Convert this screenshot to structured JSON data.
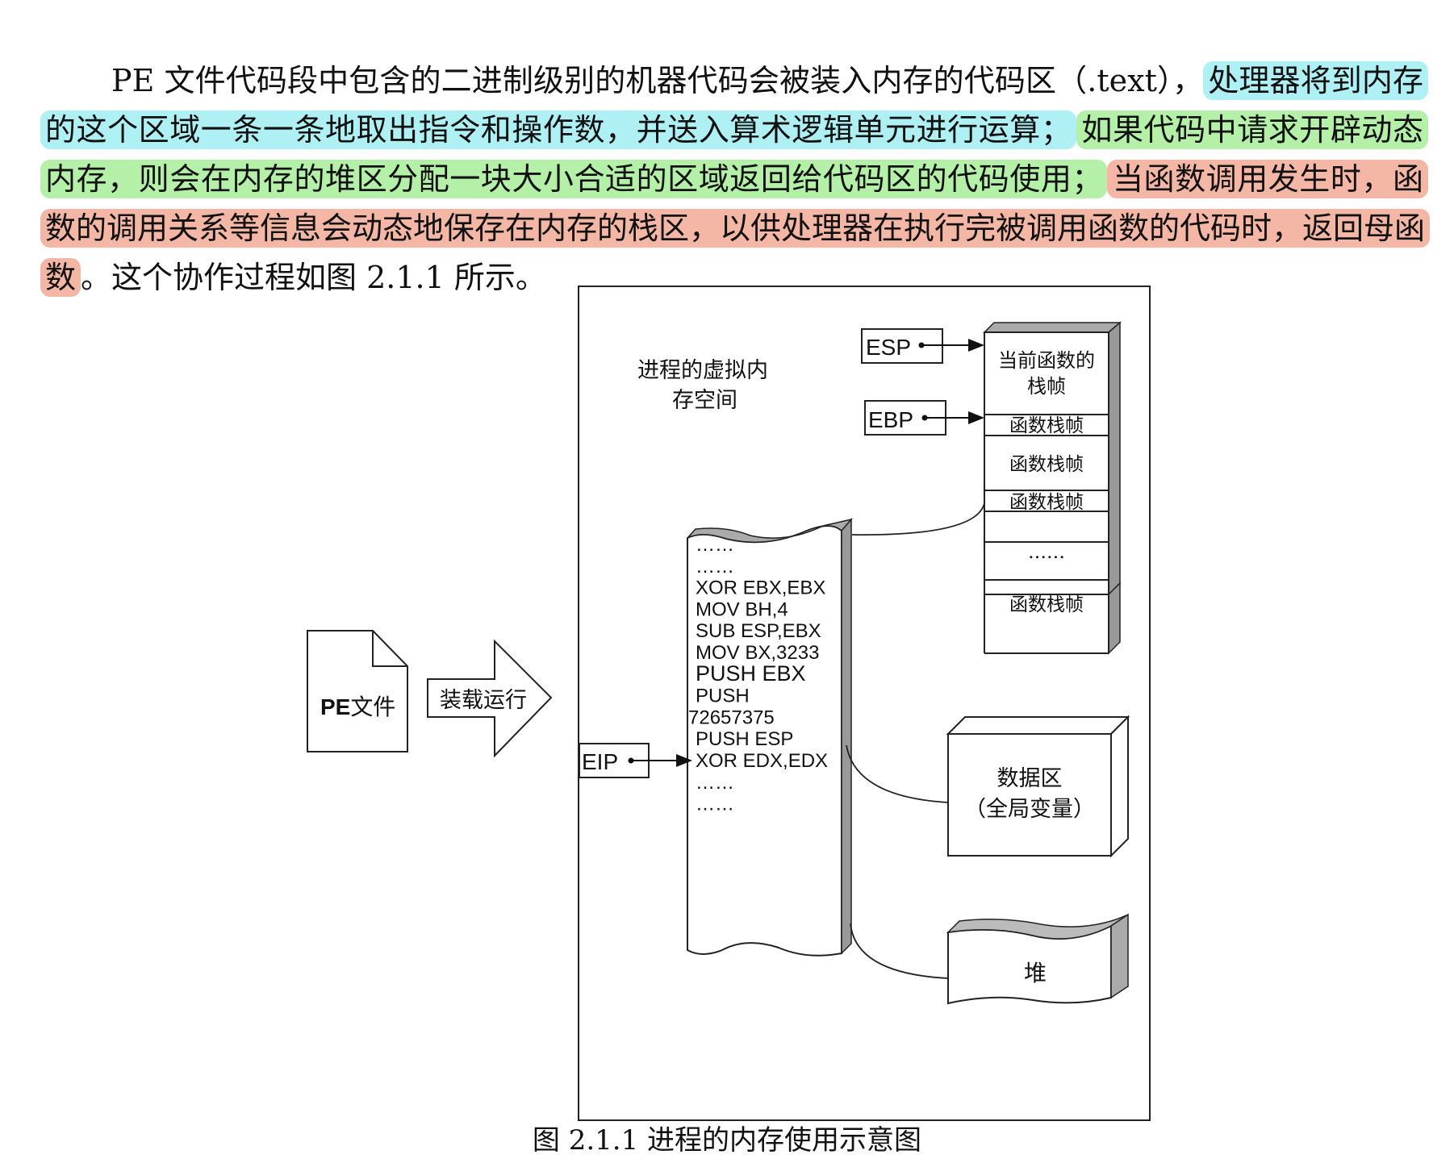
{
  "paragraph": {
    "plain_start": "PE 文件代码段中包含的二进制级别的机器代码会被装入内存的代码区（.text），",
    "highlight_cyan": "处理器将到内存的这个区域一条一条地取出指令和操作数，并送入算术逻辑单元进行运算；",
    "highlight_green": "如果代码中请求开辟动态内存，则会在内存的堆区分配一块大小合适的区域返回给代码区的代码使用；",
    "highlight_red": "当函数调用发生时，函数的调用关系等信息会动态地保存在内存的栈区，以供处理器在执行完被调用函数的代码时，返回母函数",
    "plain_end": "。这个协作过程如图 2.1.1 所示。"
  },
  "colors": {
    "highlight_cyan": "#aef0f4",
    "highlight_green": "#b4f0a8",
    "highlight_red": "#f4b7a5"
  },
  "diagram": {
    "pe_file_bold": "PE",
    "pe_file_rest": "文件",
    "load_arrow": "装载运行",
    "vspace_line1": "进程的虚拟内",
    "vspace_line2": "存空间",
    "esp": "ESP",
    "ebp": "EBP",
    "eip": "EIP",
    "stack": {
      "current_frame_line1": "当前函数的",
      "current_frame_line2": "栈帧",
      "frame1": "函数栈帧",
      "frame2": "函数栈帧",
      "frame3": "函数栈帧",
      "ellipsis": "……",
      "frame4": "函数栈帧"
    },
    "code": [
      "……",
      "……",
      "XOR EBX,EBX",
      "MOV BH,4",
      "SUB ESP,EBX",
      "MOV BX,3233",
      "PUSH EBX",
      "PUSH",
      "72657375",
      "PUSH ESP",
      "XOR EDX,EDX",
      "……",
      "……"
    ],
    "data_area_line1": "数据区",
    "data_area_line2": "（全局变量）",
    "heap": "堆"
  },
  "caption": "图 2.1.1    进程的内存使用示意图"
}
